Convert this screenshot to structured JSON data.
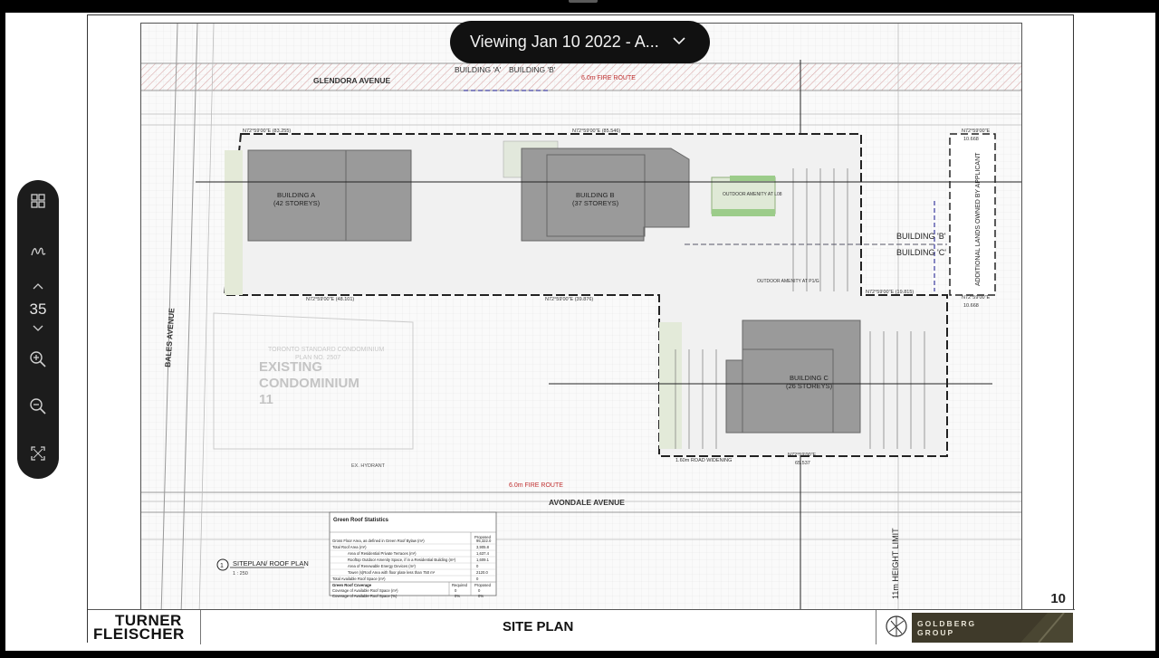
{
  "viewer": {
    "viewing_label": "Viewing Jan 10 2022 - A...",
    "toolbar": {
      "current_page": "35"
    }
  },
  "sheet": {
    "page_number": "10",
    "title": "SITE PLAN",
    "architect_line1": "TURNER",
    "architect_line2": "FLEISCHER",
    "developer_line1": "GOLDBERG",
    "developer_line2": "GROUP"
  },
  "plan": {
    "street_north": "GLENDORA AVENUE",
    "street_south": "AVONDALE AVENUE",
    "street_west": "BALES AVENUE",
    "fire_route_north": "6.0m FIRE ROUTE",
    "fire_route_south": "6.0m FIRE ROUTE",
    "building_a_tag": "BUILDING 'A'",
    "building_b_tag": "BUILDING 'B'",
    "building_b_tag2": "BUILDING 'B'",
    "building_c_tag": "BUILDING 'C'",
    "building_a_name": "BUILDING A",
    "building_a_storeys": "(42 STOREYS)",
    "building_b_name": "BUILDING B",
    "building_b_storeys": "(37 STOREYS)",
    "building_c_name": "BUILDING C",
    "building_c_storeys": "(26 STOREYS)",
    "existing_condo_line1": "EXISTING",
    "existing_condo_line2": "CONDOMINIUM",
    "existing_condo_line3": "11",
    "tscc_line1": "TORONTO STANDARD CONDOMINIUM",
    "tscc_line2": "PLAN NO. 2507",
    "additional_lands": "ADDITIONAL LANDS OWNED BY APPLICANT",
    "height_limit": "11m HEIGHT LIMIT",
    "outdoor_amenity": "OUTDOOR AMENITY AT L08",
    "outdoor_amenity_p1": "OUTDOOR AMENITY AT P1/G",
    "road_widening": "1.60m ROAD WIDENING",
    "ex_hydrant": "EX. HYDRANT",
    "bearing_1": "N72°59'00\"E (83.255)",
    "bearing_2": "N72°59'00\"E (85.546)",
    "bearing_3": "N72°59'00\"E (48.101)",
    "bearing_4": "N72°59'00\"E (39.876)",
    "bearing_5": "N72°59'00\"E (19.815)",
    "bearing_6": "N72°59'00\"E",
    "bearing_6_dist": "65.537",
    "bearing_7": "N72°59'00\"E",
    "bearing_7_dist": "10.668",
    "bearing_8": "N72°59'00\"E",
    "bearing_8_dist": "10.668",
    "view_label": "SITEPLAN/ ROOF PLAN",
    "view_scale": "1 : 250",
    "view_num": "1"
  },
  "green_roof": {
    "title": "Green Roof Statistics",
    "col_proposed": "Proposed",
    "rows": [
      {
        "label": "Gross Floor Area, as defined in Green Roof Bylaw (m²)",
        "value": "95,322.0"
      },
      {
        "label": "Total Roof Area (m²)",
        "value": "3,905.8"
      },
      {
        "label": "Area of Residential Private Terraces (m²)",
        "value": "1,637.4"
      },
      {
        "label": "Rooftop Outdoor Amenity Space, if in a Residential Building (m²)",
        "value": "1,609.1"
      },
      {
        "label": "Area of Renewable Energy Devices (m²)",
        "value": "0"
      },
      {
        "label": "Tower (s)Roof Area with floor plate less than 750 m²",
        "value": "2120.0"
      },
      {
        "label": "Total Available Roof Space (m²)",
        "value": "0"
      }
    ],
    "coverage_header": "Green Roof Coverage",
    "col_required": "Required",
    "col_proposed2": "Proposed",
    "coverage_rows": [
      {
        "label": "Coverage of Available Roof Space (m²)",
        "required": "0",
        "proposed": "0"
      },
      {
        "label": "Coverage of Available Roof Space (%)",
        "required": "0%",
        "proposed": "0%"
      }
    ]
  }
}
